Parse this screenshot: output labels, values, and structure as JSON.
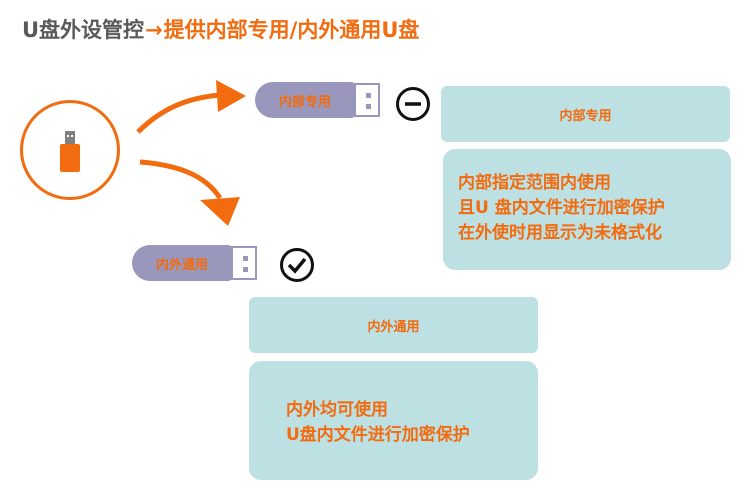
{
  "title": {
    "part1": "U盘外设管控",
    "arrow": "→",
    "part2": "提供内部专用/内外通用U盘"
  },
  "drives": {
    "internal": {
      "label": "内部专用",
      "status_icon": "minus-circle-icon"
    },
    "general": {
      "label": "内外通用",
      "status_icon": "check-circle-icon"
    }
  },
  "panels": {
    "internal": {
      "header": "内部专用",
      "lines": [
        "内部指定范围内使用",
        "且U 盘内文件进行加密保护",
        "在外使时用显示为未格式化"
      ]
    },
    "general": {
      "header": "内外通用",
      "lines": [
        "内外均可使用",
        "U盘内文件进行加密保护"
      ]
    }
  },
  "colors": {
    "accent": "#f26b0f",
    "title_gray": "#595959",
    "drive_body": "#9a97bd",
    "panel_bg": "#bde0e3"
  }
}
